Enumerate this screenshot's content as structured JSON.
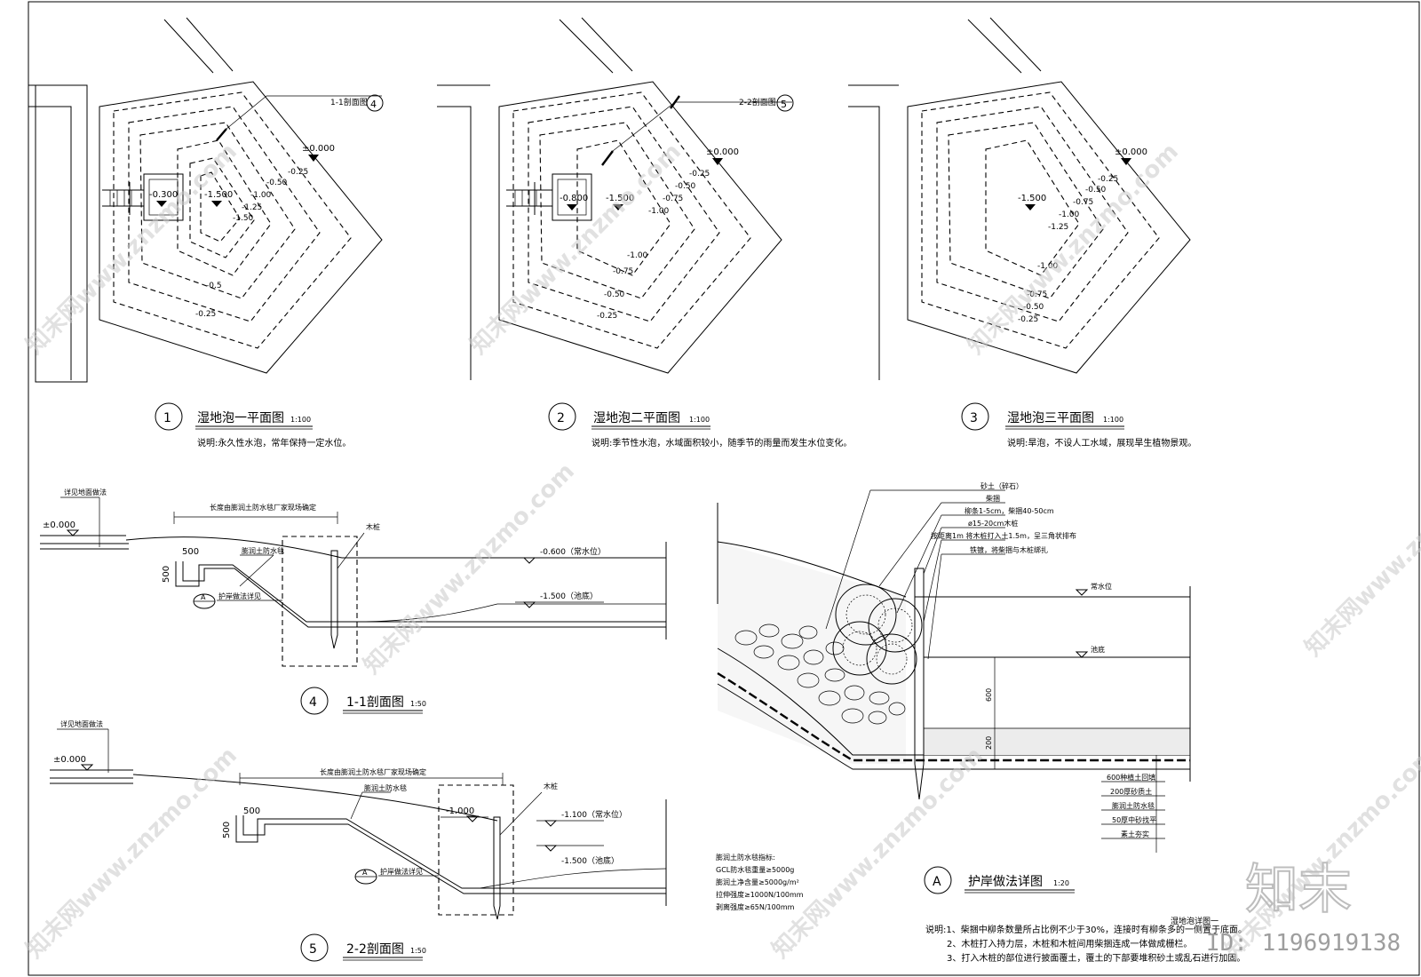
{
  "plans": [
    {
      "number": "1",
      "title": "湿地泡一平面图",
      "scale": "1:100",
      "note": "说明:永久性水泡，常年保持一定水位。",
      "section_tag": "1-1剖面图",
      "section_number": "4",
      "top_level": "±0.000",
      "outlet_level": "-0.300",
      "center_level": "-1.500",
      "contours": [
        "-0.25",
        "-0.50",
        "-1.00",
        "-1.25",
        "-1.50",
        "-0.5",
        "-0.25"
      ]
    },
    {
      "number": "2",
      "title": "湿地泡二平面图",
      "scale": "1:100",
      "note": "说明:季节性水泡，水域面积较小，随季节的雨量而发生水位变化。",
      "section_tag": "2-2剖面图",
      "section_number": "5",
      "top_level": "±0.000",
      "outlet_level": "-0.800",
      "center_level": "-1.500",
      "contours": [
        "-0.25",
        "-0.50",
        "-0.75",
        "-1.00",
        "-1.00",
        "-0.75",
        "-0.50",
        "-0.25"
      ]
    },
    {
      "number": "3",
      "title": "湿地泡三平面图",
      "scale": "1:100",
      "note": "说明:旱泡，不设人工水域，展现旱生植物景观。",
      "top_level": "±0.000",
      "center_level": "-1.500",
      "contours": [
        "-0.25",
        "-0.50",
        "-0.75",
        "-1.00",
        "-1.25",
        "-1.00",
        "-0.75",
        "-0.50",
        "-0.25"
      ]
    }
  ],
  "section1": {
    "number": "4",
    "title": "1-1剖面图",
    "scale": "1:50",
    "ground_note": "详见地面做法",
    "ground_level": "±0.000",
    "length_note": "长度由膨润土防水毯厂家现场确定",
    "liner": "膨润土防水毯",
    "stake": "木桩",
    "water_level": "-0.600（常水位）",
    "bottom_level": "-1.500（池底）",
    "dim_width": "500",
    "dim_height": "500",
    "detail_ref": "A",
    "detail_note": "护岸做法详见"
  },
  "section2": {
    "number": "5",
    "title": "2-2剖面图",
    "scale": "1:50",
    "ground_note": "详见地面做法",
    "ground_level": "±0.000",
    "length_note": "长度由膨润土防水毯厂家现场确定",
    "liner": "膨润土防水毯",
    "stake": "木桩",
    "mid_level": "-1.000",
    "water_level": "-1.100（常水位）",
    "bottom_level": "-1.500（池底）",
    "dim_width": "500",
    "dim_height": "500",
    "detail_ref": "A",
    "detail_note": "护岸做法详见"
  },
  "detailA": {
    "number": "A",
    "title": "护岸做法详图",
    "scale": "1:20",
    "labels": [
      "砂土（碎石）",
      "柴捆",
      "柳条1-5cm，柴捆40-50cm",
      "ø15-20cm木桩",
      "按距离1m 将木桩打入土1.5m，呈三角状排布",
      "铁镀，将柴捆与木桩绑扎"
    ],
    "water_label": "常水位",
    "bottom_label": "池底",
    "dim_600": "600",
    "dim_200": "200",
    "layers": [
      "600种植土回填",
      "200厚砂质土",
      "膨润土防水毯",
      "50厚中砂找平",
      "素土夯实"
    ],
    "spec_title": "膨润土防水毯指标:",
    "specs": [
      "GCL防水毯重量≥5000g",
      "膨润土净含量≥5000g/m²",
      "拉伸强度≥1000N/100mm",
      "剥离强度≥65N/100mm"
    ],
    "sheet_name": "湿地泡详图一",
    "notes": [
      "说明:1、柴捆中柳条数量所占比例不少于30%，连接时有柳条多的一侧置于底面。",
      "2、木桩打入持力层，木桩和木桩间用柴捆连成一体做成栅栏。",
      "3、打入木桩的部位进行披面覆土，覆土的下部要堆积砂土或乱石进行加固。"
    ]
  },
  "brand": {
    "logo": "知末",
    "id_label": "ID: 1196919138",
    "watermark": "知末网www.znzmo.com"
  }
}
